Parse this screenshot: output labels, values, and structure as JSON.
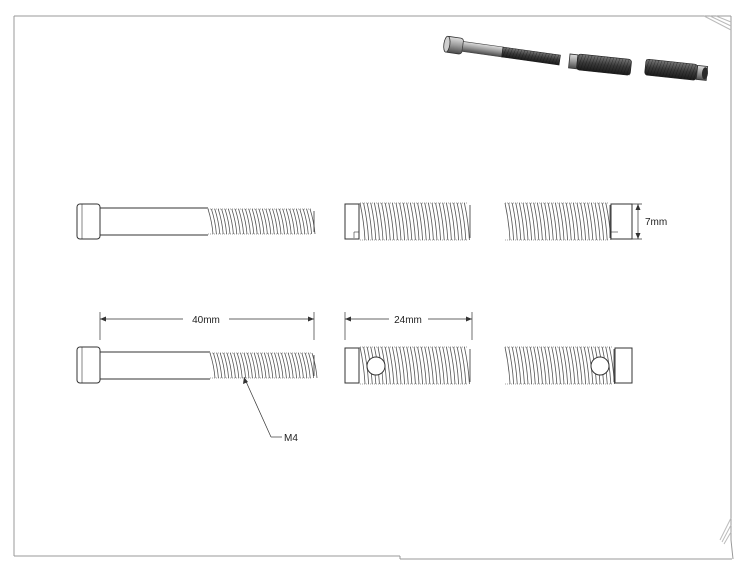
{
  "dimensions": {
    "bolt_length": "40mm",
    "insert_length": "24mm",
    "diameter": "7mm",
    "thread": "M4"
  },
  "colors": {
    "border": "#999999",
    "line": "#333333",
    "thread": "#555555",
    "render_dark": "#3a3a3a",
    "render_light": "#bdbdbd"
  }
}
